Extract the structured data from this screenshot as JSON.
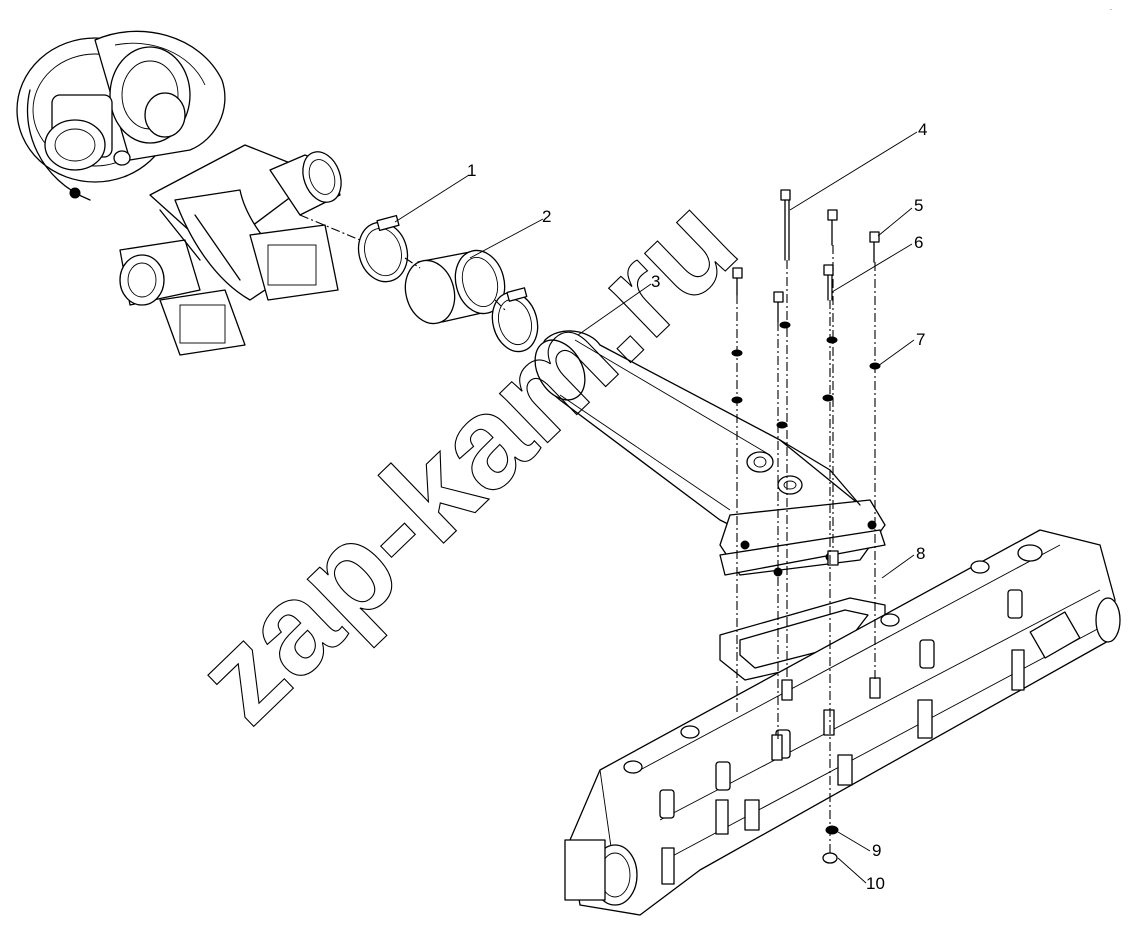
{
  "callouts": [
    "1",
    "2",
    "3",
    "4",
    "5",
    "6",
    "7",
    "8",
    "9",
    "10"
  ],
  "watermark": "zap-kam.ru",
  "corner_mark": "."
}
